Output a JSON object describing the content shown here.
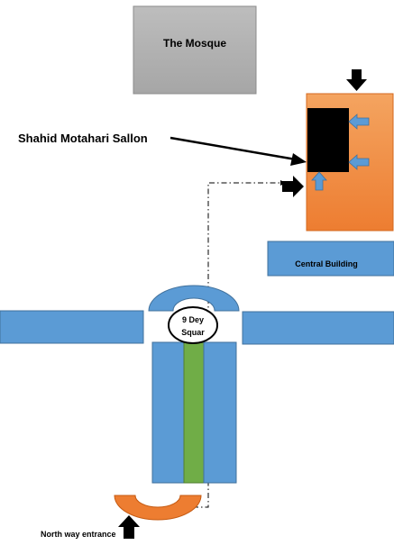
{
  "labels": {
    "mosque": "The Mosque",
    "salon": "Shahid Motahari Sallon",
    "central_building": "Central Building",
    "square_line1": "9 Dey",
    "square_line2": "Squar",
    "north_entrance": "North way entrance"
  },
  "colors": {
    "mosque_fill": "#a6a6a6",
    "mosque_border": "#8c8c8c",
    "orange_fill": "#ed7d31",
    "orange_light": "#f4a460",
    "blue_fill": "#5b9bd5",
    "blue_border": "#41719c",
    "green_fill": "#70ad47",
    "black": "#000000",
    "white": "#ffffff"
  },
  "icons": {
    "entry_arrows": "black-arrow-icon",
    "side_arrows": "blue-arrow-icon"
  }
}
